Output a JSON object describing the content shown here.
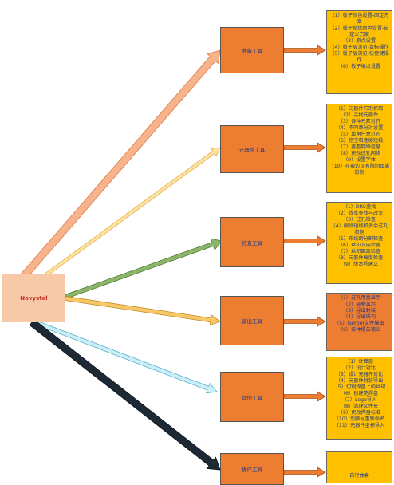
{
  "root": {
    "label": "Novystal"
  },
  "categories": [
    {
      "label": "准备工具",
      "items": [
        "（1）板子颜色设置-固定方案",
        "（2）板子整体颜色设置-自定义方案",
        "（3）原点设置",
        "（4）板子层浏览-鼠标操作",
        "（5）板子层浏览-快捷键操作",
        "（6）板子格点设置"
      ]
    },
    {
      "label": "元器件工具",
      "items": [
        "（1）元器件方形抓取",
        "（2）寻找元器件",
        "（3）各种元素对齐",
        "（4）不同意分对设置",
        "（5）单角任意过孔",
        "（6）挖空和连接短线",
        "（7）查看网络信息",
        "（8）更改过孔网络",
        "（9）设置字体",
        "（10）在被边加有限制距离的铜"
      ]
    },
    {
      "label": "检查工具",
      "items": [
        "（1）DRC查找",
        "（2）线宽查找与改变",
        "（3）过孔检查",
        "（4）删除短线和多余过孔和铜",
        "（5）布线跨分割检查",
        "（6）丝印方向检查",
        "（7）丝印距离检查",
        "（8）元器件高度检查",
        "（9）版本号建立"
      ]
    },
    {
      "label": "输出工具",
      "items": [
        "（1）过孔用量显示",
        "（2）层叠显示",
        "（3）导出封装",
        "（4）导出结构",
        "（5）Gerber文件输出",
        "（6）各种报告输出"
      ]
    },
    {
      "label": "其他工具",
      "items": [
        "（1）计算器",
        "（2）设计对比",
        "（3）设计元器件对比",
        "（4）元器件封装导出",
        "（5）切割焊盘上的丝印",
        "（6）创建花焊盘",
        "（7）Logo导入",
        "（8）清理文件夹",
        "（9）更改焊盘标准",
        "（10）引脚号重新命名",
        "（11）元器件坐标导入"
      ]
    },
    {
      "label": "操作工具",
      "items": [
        "自行体会"
      ]
    }
  ],
  "colors": {
    "arrow_salmon": "#f6b38c",
    "arrow_cream": "#fbe3a2",
    "arrow_green": "#8cb76a",
    "arrow_gold": "#f7c86a",
    "arrow_lightblue": "#cdeef7",
    "arrow_dark": "#1e2936",
    "category_fill": "#ed7d31",
    "detail_fill": "#ffc000"
  }
}
